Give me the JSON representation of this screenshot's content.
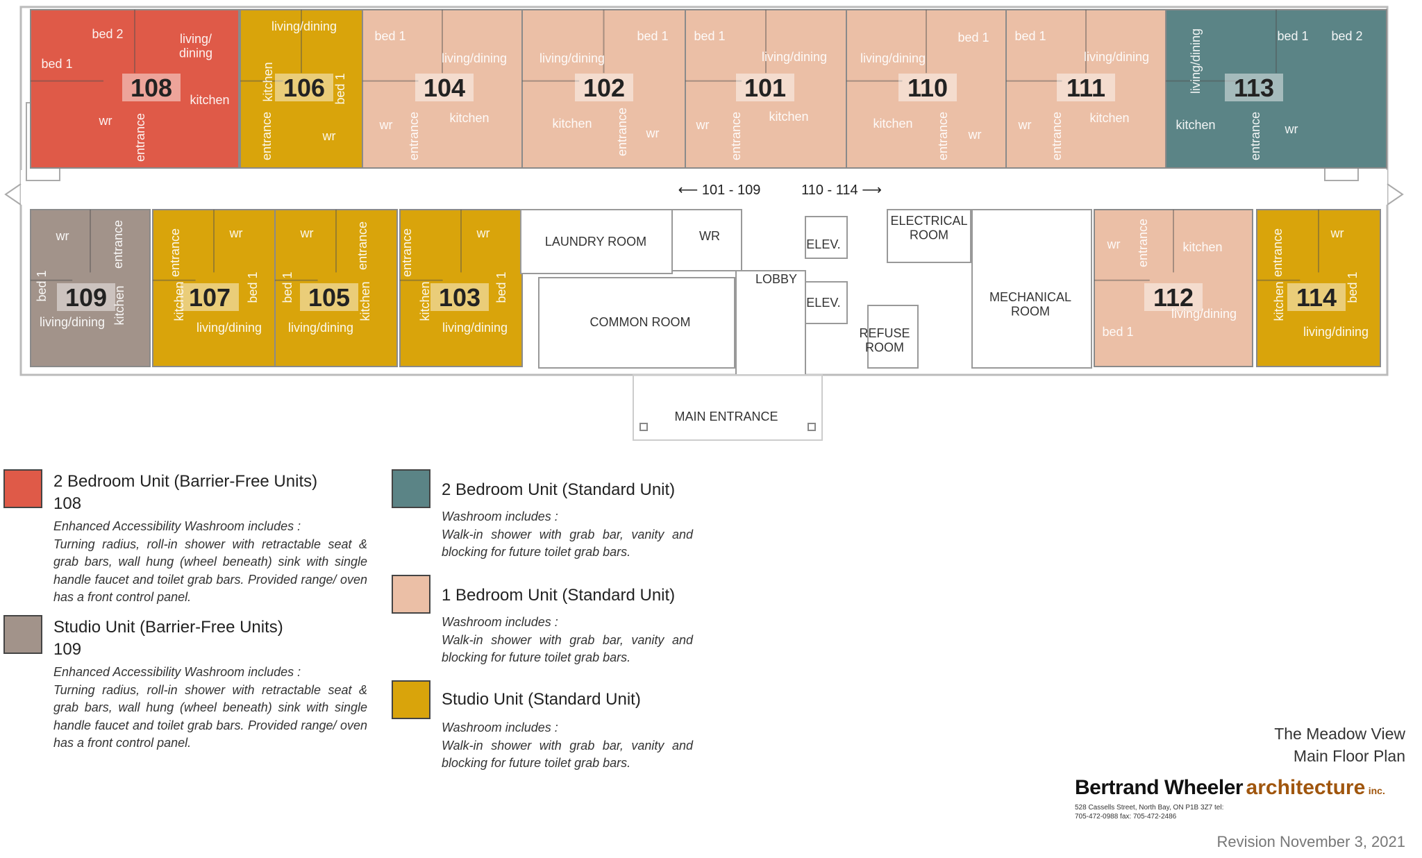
{
  "colors": {
    "barrier_free_2br": "#df5a48",
    "barrier_free_studio": "#a2938a",
    "standard_2br": "#5b8486",
    "standard_1br": "#ebbfa6",
    "standard_studio": "#d9a40b",
    "wall": "#999999"
  },
  "units": [
    {
      "number": "108",
      "type": "barrier_free_2br",
      "labels": [
        "bed 2",
        "living/\ndining",
        "bed 1",
        "kitchen",
        "wr",
        "entrance"
      ]
    },
    {
      "number": "106",
      "type": "standard_studio",
      "labels": [
        "living/dining",
        "kitchen",
        "entrance",
        "bed 1",
        "wr"
      ]
    },
    {
      "number": "104",
      "type": "standard_1br",
      "labels": [
        "bed 1",
        "living/dining",
        "kitchen",
        "wr",
        "entrance"
      ]
    },
    {
      "number": "102",
      "type": "standard_1br",
      "labels": [
        "bed 1",
        "living/dining",
        "kitchen",
        "entrance",
        "wr"
      ]
    },
    {
      "number": "101",
      "type": "standard_1br",
      "labels": [
        "bed 1",
        "living/dining",
        "kitchen",
        "wr",
        "entrance"
      ]
    },
    {
      "number": "110",
      "type": "standard_1br",
      "labels": [
        "living/dining",
        "bed 1",
        "kitchen",
        "entrance",
        "wr"
      ]
    },
    {
      "number": "111",
      "type": "standard_1br",
      "labels": [
        "bed 1",
        "living/dining",
        "kitchen",
        "wr",
        "entrance"
      ]
    },
    {
      "number": "113",
      "type": "standard_2br",
      "labels": [
        "living/dining",
        "bed 1",
        "bed 2",
        "kitchen",
        "entrance",
        "wr"
      ]
    },
    {
      "number": "109",
      "type": "barrier_free_studio",
      "labels": [
        "wr",
        "entrance",
        "bed 1",
        "kitchen",
        "living/dining"
      ]
    },
    {
      "number": "107",
      "type": "standard_studio",
      "labels": [
        "entrance",
        "wr",
        "kitchen",
        "bed 1",
        "living/dining"
      ]
    },
    {
      "number": "105",
      "type": "standard_studio",
      "labels": [
        "wr",
        "entrance",
        "bed 1",
        "kitchen",
        "living/dining"
      ]
    },
    {
      "number": "103",
      "type": "standard_studio",
      "labels": [
        "entrance",
        "wr",
        "kitchen",
        "bed 1",
        "living/dining"
      ]
    },
    {
      "number": "112",
      "type": "standard_1br",
      "labels": [
        "wr",
        "entrance",
        "kitchen",
        "living/dining",
        "bed 1"
      ]
    },
    {
      "number": "114",
      "type": "standard_studio",
      "labels": [
        "entrance",
        "wr",
        "kitchen",
        "bed 1",
        "living/dining"
      ]
    }
  ],
  "rooms": {
    "laundry": "LAUNDRY ROOM",
    "wr": "WR",
    "lobby": "LOBBY",
    "elev": "ELEV.",
    "electrical": "ELECTRICAL\nROOM",
    "mechanical": "MECHANICAL\nROOM",
    "common": "COMMON ROOM",
    "refuse": "REFUSE\nROOM",
    "main_entrance": "MAIN ENTRANCE"
  },
  "corridor": {
    "left": "⟵ 101 - 109",
    "right": "110 - 114 ⟶"
  },
  "legend": {
    "bf2": {
      "title": "2 Bedroom Unit (Barrier-Free Units)",
      "unit": "108",
      "desc_head": "Enhanced Accessibility Washroom includes :",
      "desc": "Turning radius, roll-in shower with retractable seat & grab bars, wall hung (wheel beneath) sink with single handle faucet and toilet grab bars. Provided range/ oven has a front control panel."
    },
    "bfs": {
      "title": "Studio Unit (Barrier-Free Units)",
      "unit": "109",
      "desc_head": "Enhanced Accessibility Washroom includes :",
      "desc": "Turning radius, roll-in shower with retractable seat & grab bars, wall hung (wheel beneath) sink with single handle faucet and toilet grab bars. Provided range/ oven has a front control panel."
    },
    "s2": {
      "title": "2 Bedroom Unit (Standard Unit)",
      "desc_head": "Washroom includes :",
      "desc": "Walk-in shower with grab bar, vanity and blocking for future toilet grab bars."
    },
    "s1": {
      "title": "1 Bedroom Unit (Standard Unit)",
      "desc_head": "Washroom includes :",
      "desc": "Walk-in shower with grab bar, vanity and blocking for future toilet grab bars."
    },
    "ss": {
      "title": "Studio Unit (Standard Unit)",
      "desc_head": "Washroom includes :",
      "desc": "Walk-in shower with grab bar, vanity and blocking for future toilet grab bars."
    }
  },
  "title_block": {
    "project": "The Meadow View",
    "sheet": "Main Floor Plan",
    "firm_name": "Bertrand Wheeler",
    "firm_word": "architecture",
    "firm_suffix": "inc.",
    "address": "528 Cassells Street, North Bay, ON   P1B 3Z7   tel:",
    "phone": "705-472-0988    fax: 705-472-2486",
    "revision": "Revision November 3, 2021"
  }
}
